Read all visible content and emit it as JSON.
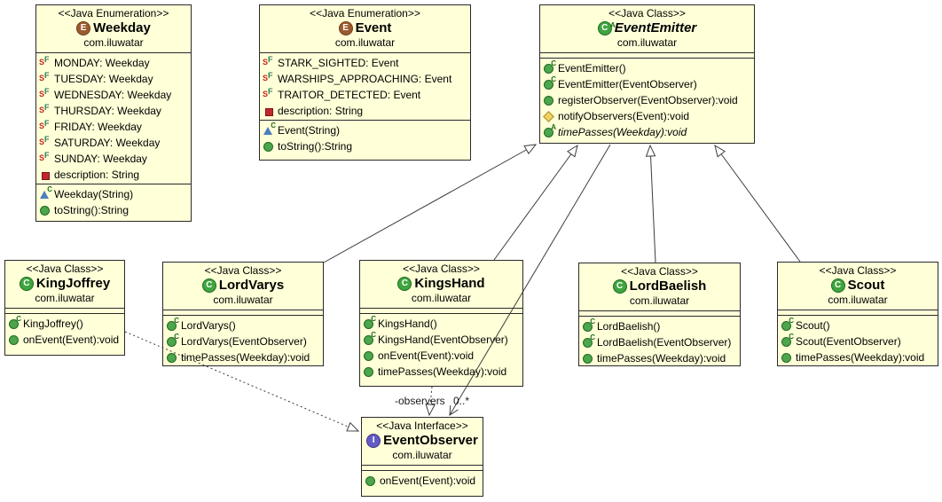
{
  "icons": {
    "enum": "E",
    "class": "C",
    "interface": "I",
    "abstract": "A",
    "constructor": "C",
    "static": "S",
    "final": "F"
  },
  "classes": [
    {
      "stereotype": "<<Java Enumeration>>",
      "name": "Weekday",
      "package": "com.iluwatar",
      "fields": [
        {
          "icon": "static-final-field",
          "text": "MONDAY: Weekday"
        },
        {
          "icon": "static-final-field",
          "text": "TUESDAY: Weekday"
        },
        {
          "icon": "static-final-field",
          "text": "WEDNESDAY: Weekday"
        },
        {
          "icon": "static-final-field",
          "text": "THURSDAY: Weekday"
        },
        {
          "icon": "static-final-field",
          "text": "FRIDAY: Weekday"
        },
        {
          "icon": "static-final-field",
          "text": "SATURDAY: Weekday"
        },
        {
          "icon": "static-final-field",
          "text": "SUNDAY: Weekday"
        },
        {
          "icon": "private-field",
          "text": "description: String"
        }
      ],
      "methods": [
        {
          "icon": "package-constructor",
          "text": "Weekday(String)"
        },
        {
          "icon": "public-method",
          "text": "toString():String"
        }
      ]
    },
    {
      "stereotype": "<<Java Enumeration>>",
      "name": "Event",
      "package": "com.iluwatar",
      "fields": [
        {
          "icon": "static-final-field",
          "text": "STARK_SIGHTED: Event"
        },
        {
          "icon": "static-final-field",
          "text": "WARSHIPS_APPROACHING: Event"
        },
        {
          "icon": "static-final-field",
          "text": "TRAITOR_DETECTED: Event"
        },
        {
          "icon": "private-field",
          "text": "description: String"
        }
      ],
      "methods": [
        {
          "icon": "package-constructor",
          "text": "Event(String)"
        },
        {
          "icon": "public-method",
          "text": "toString():String"
        }
      ]
    },
    {
      "stereotype": "<<Java Class>>",
      "name": "EventEmitter",
      "package": "com.iluwatar",
      "abstract": true,
      "fields": [],
      "methods": [
        {
          "icon": "public-constructor",
          "text": "EventEmitter()"
        },
        {
          "icon": "public-constructor",
          "text": "EventEmitter(EventObserver)"
        },
        {
          "icon": "public-method",
          "text": "registerObserver(EventObserver):void"
        },
        {
          "icon": "protected-method",
          "text": "notifyObservers(Event):void"
        },
        {
          "icon": "abstract-method",
          "text": "timePasses(Weekday):void"
        }
      ]
    },
    {
      "stereotype": "<<Java Class>>",
      "name": "KingJoffrey",
      "package": "com.iluwatar",
      "fields": [],
      "methods": [
        {
          "icon": "public-constructor",
          "text": "KingJoffrey()"
        },
        {
          "icon": "public-method",
          "text": "onEvent(Event):void"
        }
      ]
    },
    {
      "stereotype": "<<Java Class>>",
      "name": "LordVarys",
      "package": "com.iluwatar",
      "fields": [],
      "methods": [
        {
          "icon": "public-constructor",
          "text": "LordVarys()"
        },
        {
          "icon": "public-constructor",
          "text": "LordVarys(EventObserver)"
        },
        {
          "icon": "public-method",
          "text": "timePasses(Weekday):void"
        }
      ]
    },
    {
      "stereotype": "<<Java Class>>",
      "name": "KingsHand",
      "package": "com.iluwatar",
      "fields": [],
      "methods": [
        {
          "icon": "public-constructor",
          "text": "KingsHand()"
        },
        {
          "icon": "public-constructor",
          "text": "KingsHand(EventObserver)"
        },
        {
          "icon": "public-method",
          "text": "onEvent(Event):void"
        },
        {
          "icon": "public-method",
          "text": "timePasses(Weekday):void"
        }
      ]
    },
    {
      "stereotype": "<<Java Class>>",
      "name": "LordBaelish",
      "package": "com.iluwatar",
      "fields": [],
      "methods": [
        {
          "icon": "public-constructor",
          "text": "LordBaelish()"
        },
        {
          "icon": "public-constructor",
          "text": "LordBaelish(EventObserver)"
        },
        {
          "icon": "public-method",
          "text": "timePasses(Weekday):void"
        }
      ]
    },
    {
      "stereotype": "<<Java Class>>",
      "name": "Scout",
      "package": "com.iluwatar",
      "fields": [],
      "methods": [
        {
          "icon": "public-constructor",
          "text": "Scout()"
        },
        {
          "icon": "public-constructor",
          "text": "Scout(EventObserver)"
        },
        {
          "icon": "public-method",
          "text": "timePasses(Weekday):void"
        }
      ]
    },
    {
      "stereotype": "<<Java Interface>>",
      "name": "EventObserver",
      "package": "com.iluwatar",
      "fields": [],
      "methods": [
        {
          "icon": "public-method",
          "text": "onEvent(Event):void"
        }
      ]
    }
  ],
  "edges": [
    {
      "type": "generalization",
      "from": "LordVarys",
      "to": "EventEmitter"
    },
    {
      "type": "generalization",
      "from": "KingsHand",
      "to": "EventEmitter"
    },
    {
      "type": "generalization",
      "from": "LordBaelish",
      "to": "EventEmitter"
    },
    {
      "type": "generalization",
      "from": "Scout",
      "to": "EventEmitter"
    },
    {
      "type": "realization",
      "from": "KingJoffrey",
      "to": "EventObserver"
    },
    {
      "type": "realization",
      "from": "KingsHand",
      "to": "EventObserver"
    },
    {
      "type": "association",
      "from": "EventEmitter",
      "to": "EventObserver",
      "label": "-observers",
      "multiplicity": "0..*"
    }
  ]
}
